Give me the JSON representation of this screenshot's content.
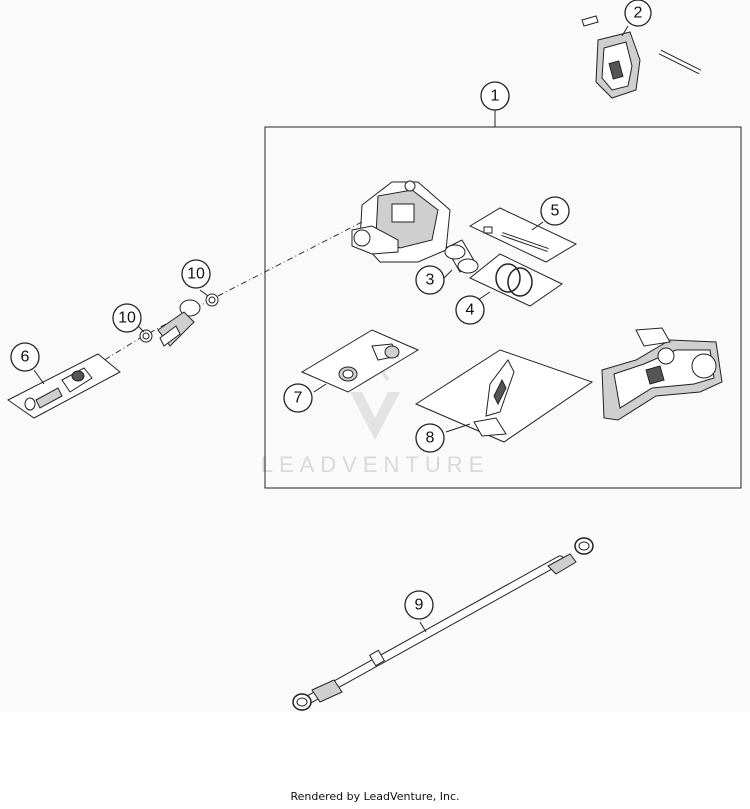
{
  "callouts": {
    "c1": "1",
    "c2": "2",
    "c3": "3",
    "c4": "4",
    "c5": "5",
    "c6": "6",
    "c7": "7",
    "c8": "8",
    "c9": "9",
    "c10a": "10",
    "c10b": "10"
  },
  "watermark": {
    "text": "LEADVENTURE",
    "color": "#d9d9d9"
  },
  "footer": {
    "text": "Rendered by LeadVenture, Inc."
  }
}
